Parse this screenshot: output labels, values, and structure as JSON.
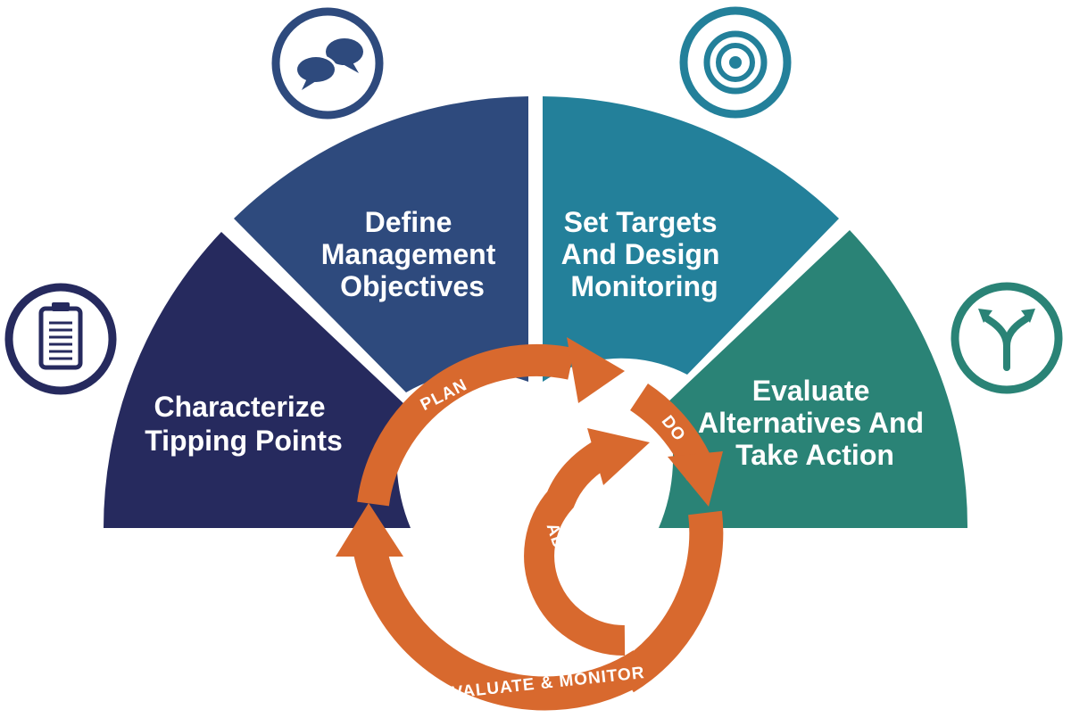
{
  "colors": {
    "segment_1": "#262a5e",
    "segment_2": "#2e4a7d",
    "segment_3": "#23809a",
    "segment_4": "#2a8376",
    "cycle_arrow": "#d8692e",
    "background": "#ffffff"
  },
  "segments": [
    {
      "lines": [
        "Characterize",
        "Tipping Points"
      ],
      "icon": "clipboard-icon"
    },
    {
      "lines": [
        "Define",
        "Management",
        "Objectives"
      ],
      "icon": "speech-bubbles-icon"
    },
    {
      "lines": [
        "Set Targets",
        "And Design",
        "Monitoring"
      ],
      "icon": "target-icon"
    },
    {
      "lines": [
        "Evaluate",
        "Alternatives And",
        "Take Action"
      ],
      "icon": "fork-arrow-icon"
    }
  ],
  "cycle": {
    "plan": "PLAN",
    "do": "DO",
    "adjust": "ADJUST",
    "evaluate_monitor": "EVALUATE & MONITOR"
  }
}
